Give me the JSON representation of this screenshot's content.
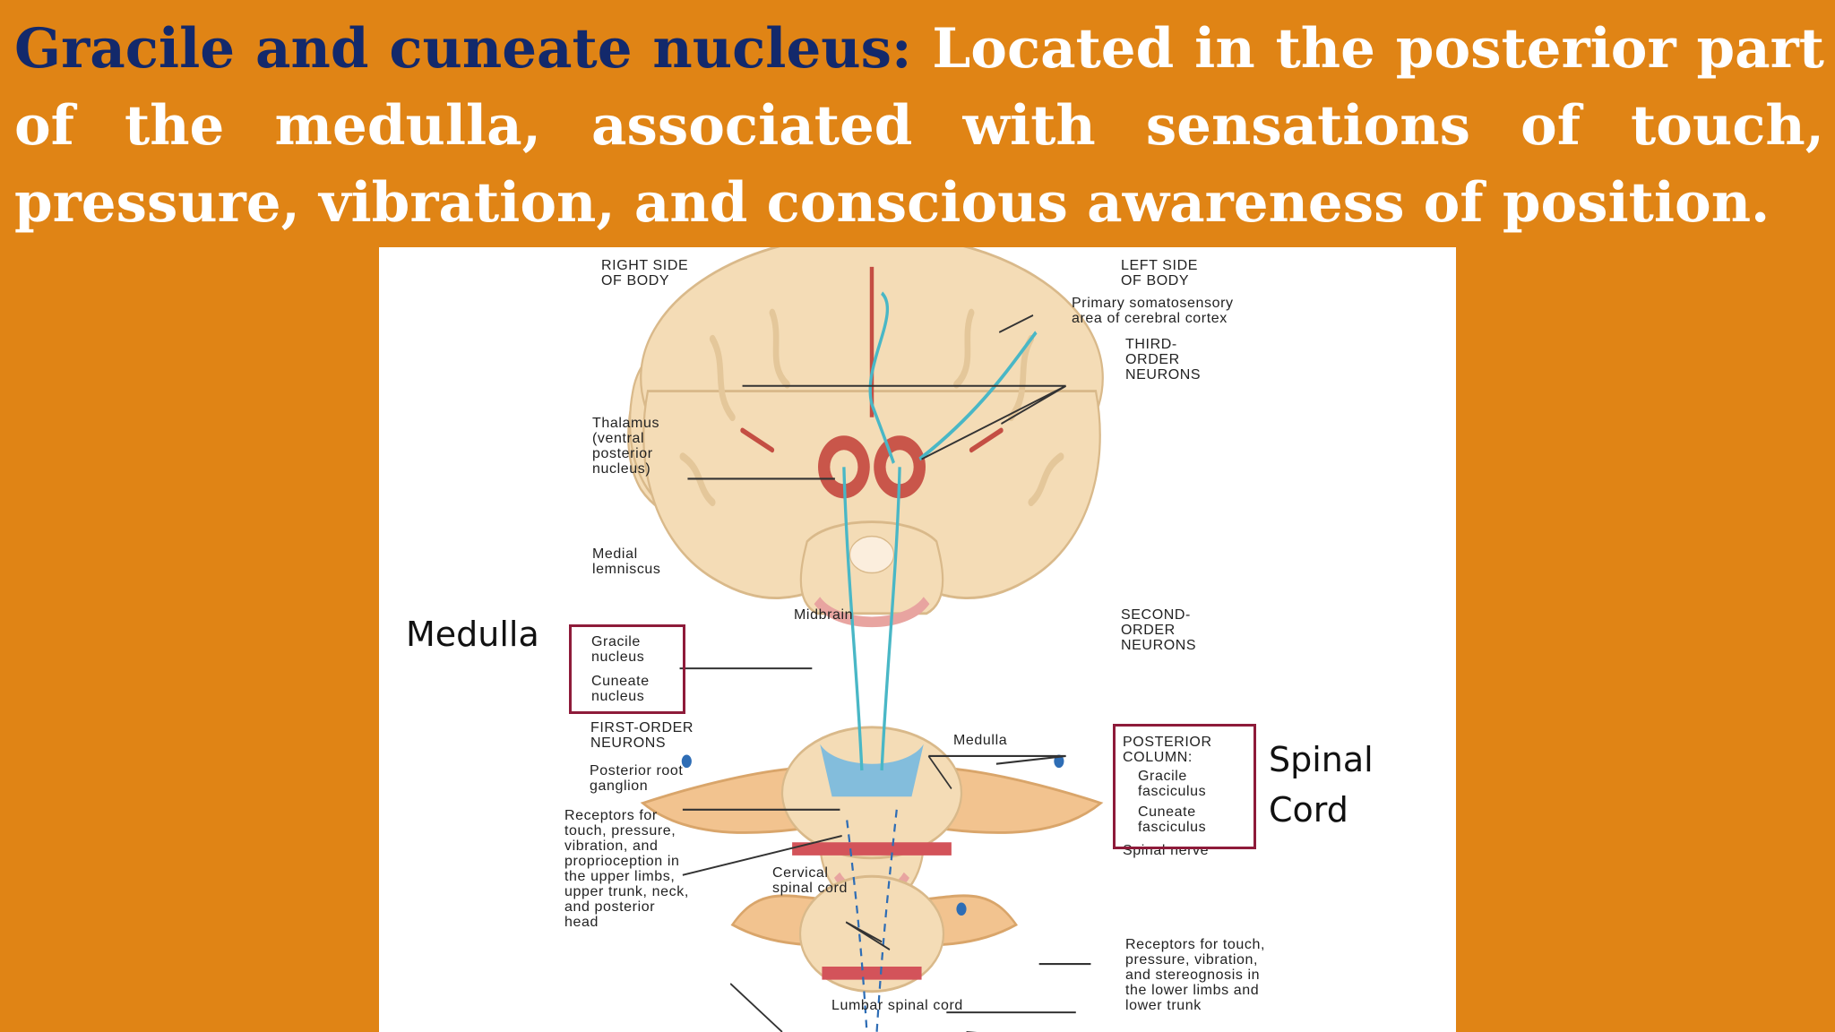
{
  "heading": {
    "term": "Gracile and cuneate nucleus:",
    "description": "Located in the posterior part of the medulla, associated with sensations of touch, pressure, vibration, and conscious awareness of position."
  },
  "figure": {
    "side_labels": {
      "right": [
        "RIGHT SIDE",
        "OF BODY"
      ],
      "left": [
        "LEFT SIDE",
        "OF BODY"
      ]
    },
    "labels": {
      "primary_cortex": [
        "Primary somatosensory",
        "area of cerebral cortex"
      ],
      "third_order": [
        "THIRD-",
        "ORDER",
        "NEURONS"
      ],
      "thalamus": [
        "Thalamus",
        "(ventral",
        "posterior",
        "nucleus)"
      ],
      "medial_lemniscus": [
        "Medial",
        "lemniscus"
      ],
      "midbrain": "Midbrain",
      "second_order": [
        "SECOND-",
        "ORDER",
        "NEURONS"
      ],
      "gracile_nucleus": [
        "Gracile",
        "nucleus"
      ],
      "cuneate_nucleus": [
        "Cuneate",
        "nucleus"
      ],
      "first_order": [
        "FIRST-ORDER",
        "NEURONS"
      ],
      "medulla_small": "Medulla",
      "posterior_column": [
        "POSTERIOR",
        "COLUMN:"
      ],
      "gracile_fasciculus": [
        "Gracile",
        "fasciculus"
      ],
      "cuneate_fasciculus": [
        "Cuneate",
        "fasciculus"
      ],
      "posterior_root_ganglion": [
        "Posterior root",
        "ganglion"
      ],
      "receptors_upper": [
        "Receptors for",
        "touch, pressure,",
        "vibration, and",
        "proprioception in",
        "the upper limbs,",
        "upper trunk, neck,",
        "and posterior",
        "head"
      ],
      "spinal_nerve": "Spinal nerve",
      "cervical": [
        "Cervical",
        "spinal cord"
      ],
      "receptors_lower": [
        "Receptors for touch,",
        "pressure, vibration,",
        "and stereognosis in",
        "the lower limbs and",
        "lower trunk"
      ],
      "lumbar": "Lumbar spinal cord"
    },
    "annotations": {
      "medulla": "Medulla",
      "spinal_cord": [
        "Spinal",
        "Cord"
      ]
    },
    "colors": {
      "background": "#e08415",
      "term": "#13296b",
      "highlight_box": "#8e1b3a",
      "tract": "#49b7c6",
      "brain_tissue": "#f4dcb6"
    }
  }
}
